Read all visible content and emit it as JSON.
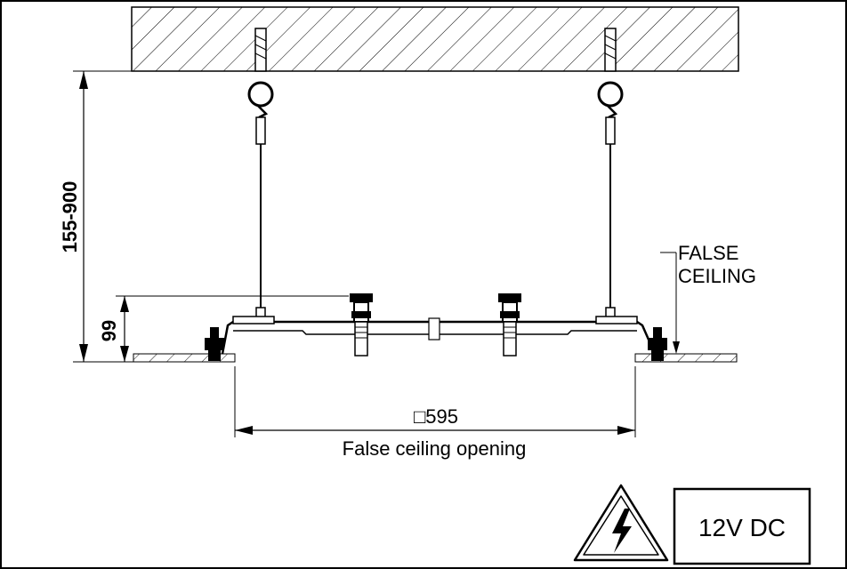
{
  "drawing": {
    "height_range_label": "155-900",
    "offset_label": "99",
    "opening_size_label": "□595",
    "opening_caption": "False ceiling opening",
    "false_ceiling_label_line1": "FALSE",
    "false_ceiling_label_line2": "CEILING",
    "voltage_label": "12V DC",
    "warning_icon": "electric-hazard-icon"
  }
}
